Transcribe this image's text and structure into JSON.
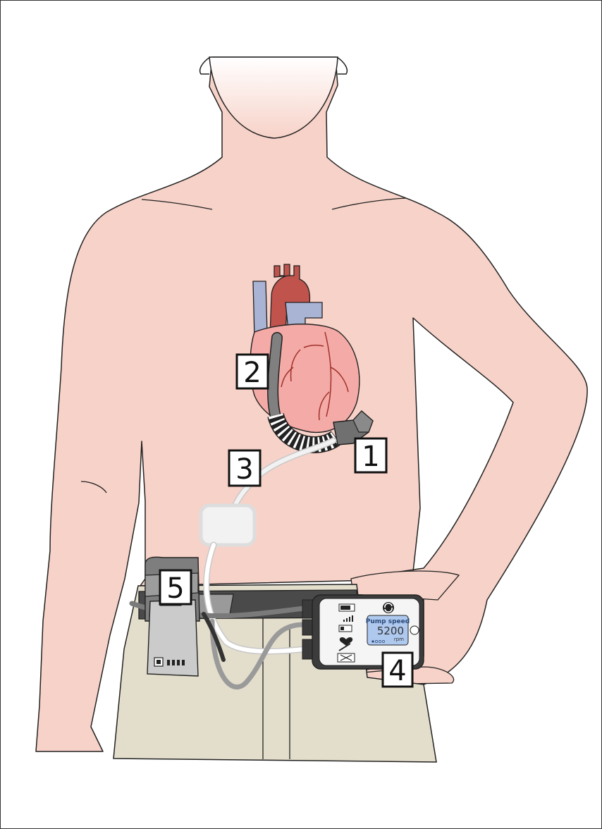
{
  "labels": {
    "pump": "1",
    "outflow_graft": "2",
    "driveline": "3",
    "controller": "4",
    "batteries": "5"
  },
  "controller_screen": {
    "title": "Pump speed",
    "value": "5200",
    "unit": "rpm"
  },
  "colors": {
    "skin": "#f7d2c8",
    "pants": "#e3ddcb",
    "belt": "#4a4a4a",
    "aorta": "#c0534c",
    "vena_cava": "#a9b3d4",
    "heart": "#f4aaa6",
    "coronary": "#a0302a",
    "graft": "#808080",
    "screen": "#aec8ee"
  }
}
